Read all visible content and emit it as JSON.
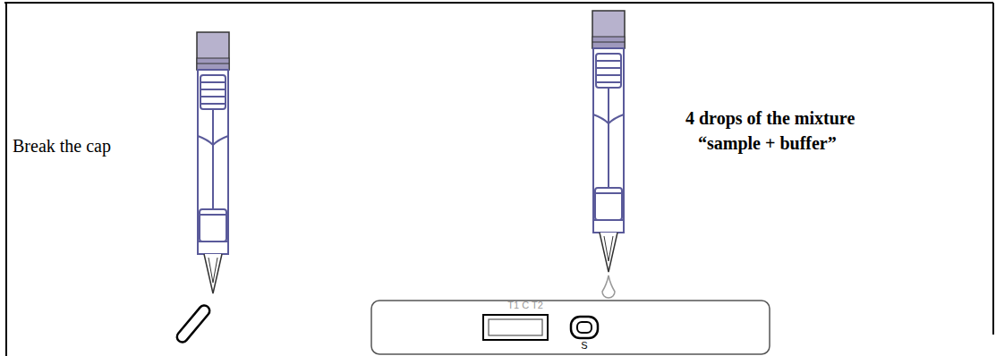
{
  "diagram": {
    "nodes": [
      {
        "text": [
          "T1 C T2",
          "S"
        ]
      }
    ],
    "labels": [
      "Break the cap",
      "4 drops of the mixture",
      "“sample + buffer”"
    ]
  }
}
